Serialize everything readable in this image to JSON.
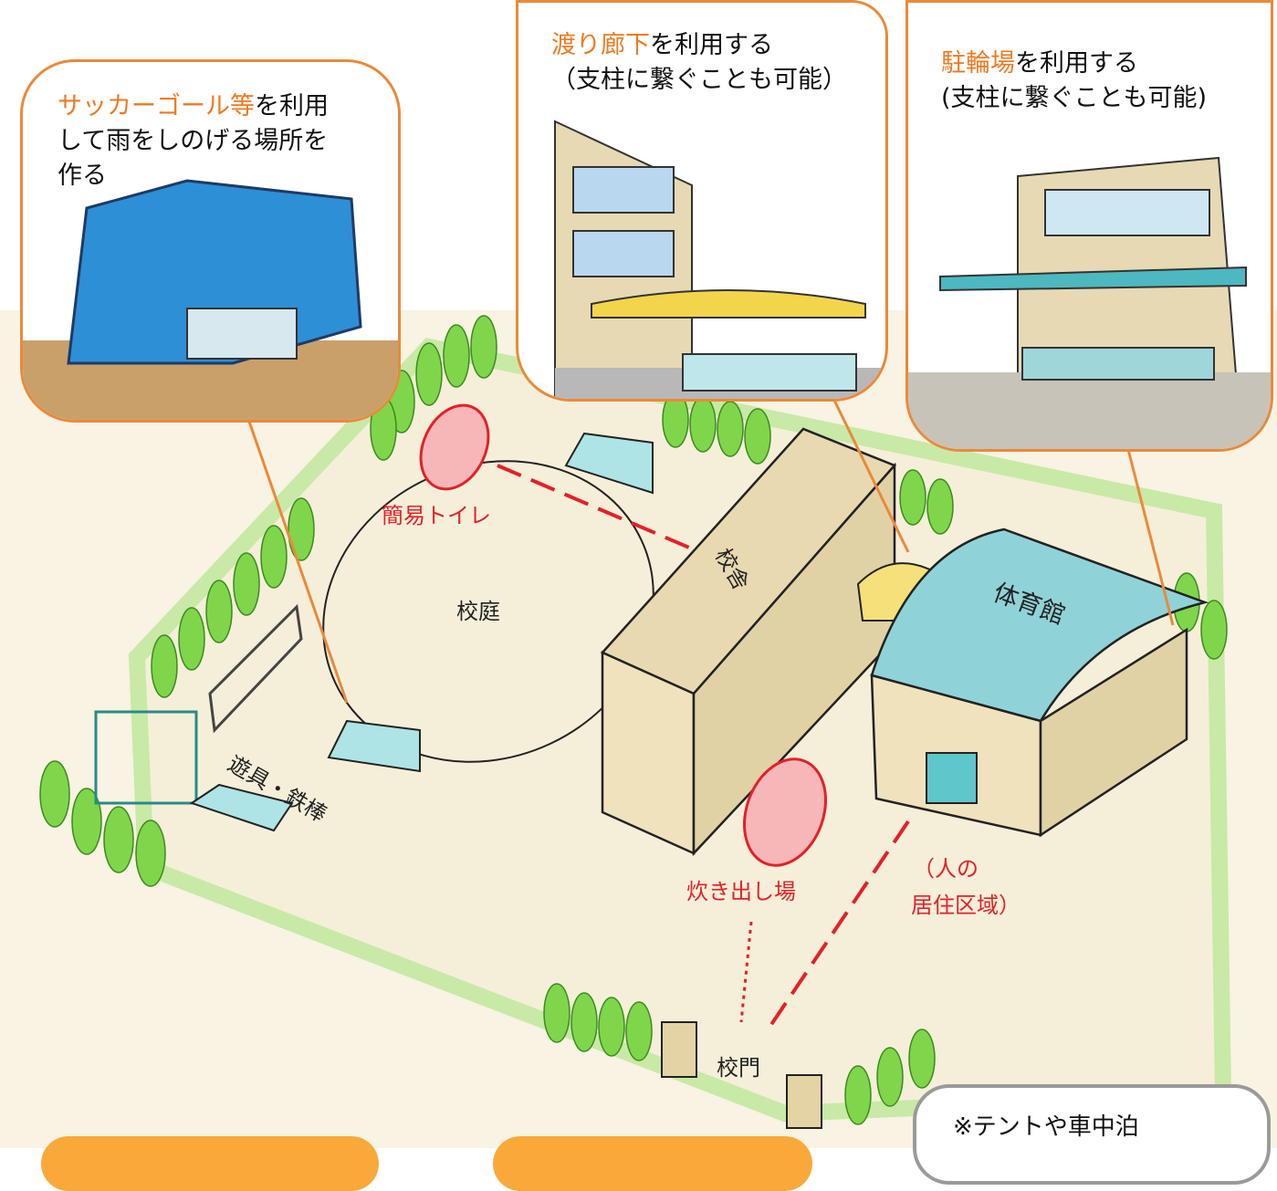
{
  "callouts": {
    "soccer": {
      "highlight": "サッカーゴール等",
      "rest_line1": "を利用",
      "line2": "して雨をしのげる場所を",
      "line3": "作る"
    },
    "corridor": {
      "highlight": "渡り廊下",
      "rest_line1": "を利用する",
      "line2": "（支柱に繋ぐことも可能）"
    },
    "bike": {
      "highlight": "駐輪場",
      "rest_line1": "を利用する",
      "line2": "(支柱に繋ぐことも可能)"
    }
  },
  "labels": {
    "toilet": "簡易トイレ",
    "schoolyard": "校庭",
    "school_building": "校舎",
    "gym": "体育館",
    "playground": "遊具・鉄棒",
    "cooking": "炊き出し場",
    "residence_line1": "（人の",
    "residence_line2": "居住区域）",
    "gate": "校門"
  },
  "notes": {
    "tent_note": "※テントや車中泊"
  },
  "colors": {
    "accent_orange": "#e98a3b",
    "highlight_text": "#ee7a22",
    "red_marker": "#e4202a",
    "tree_green": "#7fd64a",
    "ground": "#f7f1de",
    "building": "#e8d9b0",
    "gym_roof": "#8fd3d8"
  }
}
